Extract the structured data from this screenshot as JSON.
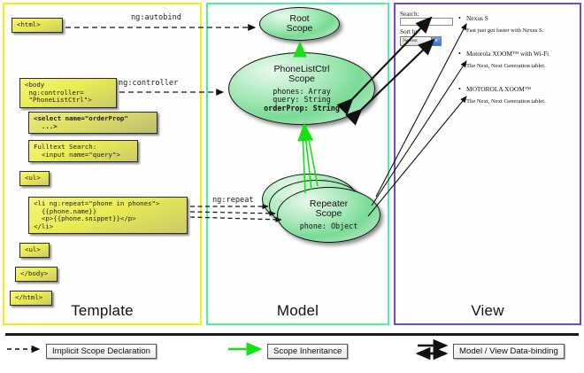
{
  "panels": [
    {
      "id": "template",
      "label": "Template",
      "border_color": "#f2f20a"
    },
    {
      "id": "model",
      "label": "Model",
      "border_color": "#4bf0a8"
    },
    {
      "id": "view",
      "label": "View",
      "border_color": "#6b4bd8"
    }
  ],
  "template": {
    "boxes": [
      {
        "id": "html",
        "code": "<html>"
      },
      {
        "id": "body",
        "code": "<body\n ng:controller=\n \"PhoneListCtrl\">"
      },
      {
        "id": "select",
        "code": "<select name=\"orderProp\"\n  ...>"
      },
      {
        "id": "search",
        "code": "Fulltext Search:\n  <input name=\"query\">"
      },
      {
        "id": "ul-open",
        "code": "<ul>"
      },
      {
        "id": "li",
        "code": "<li ng:repeat=\"phone in phones\">\n  {{phone.name}}\n  <p>{{phone.snippet}}</p>\n</li>"
      },
      {
        "id": "ul-close",
        "code": "<ul>"
      },
      {
        "id": "body-end",
        "code": "</body>"
      },
      {
        "id": "html-end",
        "code": "</html>"
      }
    ]
  },
  "model": {
    "scopes": [
      {
        "id": "root",
        "title": "Root\nScope",
        "props": ""
      },
      {
        "id": "phonelist",
        "title": "PhoneListCtrl\nScope",
        "props_plain": "phones: Array\nquery: String",
        "props_bold": "orderProp: String"
      },
      {
        "id": "repeater",
        "title": "Repeater\nScope",
        "props": "phone: Object"
      }
    ]
  },
  "view": {
    "search_label": "Search:",
    "search_value": "",
    "search_placeholder": "",
    "sort_label": "Sort by:",
    "sort_selected": "Newest",
    "sort_options": [
      "Newest"
    ],
    "phones": [
      {
        "name": "Nexus S",
        "snippet": "Fast just got faster with Nexus S."
      },
      {
        "name": "Motorola XOOM™ with Wi-Fi",
        "snippet": "The Next, Next Generation tablet."
      },
      {
        "name": "MOTOROLA XOOM™",
        "snippet": "The Next, Next Generation tablet."
      }
    ]
  },
  "edges": {
    "autobind": "ng:autobind",
    "controller": "ng:controller",
    "repeat": "ng:repeat"
  },
  "legend": {
    "items": [
      {
        "id": "implicit-scope-declaration",
        "label": "Implicit Scope Declaration",
        "style": "dashed-arrow",
        "color": "#1a1a1a"
      },
      {
        "id": "scope-inheritance",
        "label": "Scope Inheritance",
        "style": "green-arrow",
        "color": "#16e016"
      },
      {
        "id": "model-view-data-binding",
        "label": "Model / View Data-binding",
        "style": "double-arrow",
        "color": "#1a1a1a"
      }
    ]
  }
}
